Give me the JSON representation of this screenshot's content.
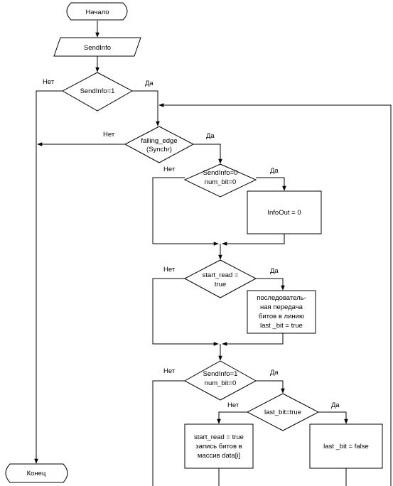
{
  "flowchart": {
    "start": "Начало",
    "send_info": "SendInfo",
    "cond_sendinfo": "SendInfo=1",
    "cond_falling_edge": [
      "falling_edge",
      "(Synchr)"
    ],
    "cond_sendinfo_numbit0": [
      "SendInfo=0",
      "num_bit=0"
    ],
    "infoout": "InfoOut = 0",
    "cond_start_read": [
      "start_read =",
      "true"
    ],
    "serial_transfer": [
      "последователь-",
      "ная передача",
      "битов в линию",
      "last _bit = true"
    ],
    "cond_sendinfo1_numbit0": [
      "SendInfo=1",
      "num_bit=0"
    ],
    "cond_last_bit": "last_bit=true",
    "start_read_write": [
      "start_read = true",
      "запись битов в",
      "массив data[i]"
    ],
    "last_bit_false": "last _bit = false",
    "end": "Конец"
  },
  "labels": {
    "yes": "Да",
    "no": "Нет"
  }
}
